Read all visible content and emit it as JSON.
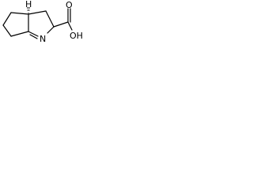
{
  "diagram": {
    "type": "chemical-structure",
    "atoms": {
      "stereo_h": "H",
      "ring_n": "N",
      "carbonyl_o": "O",
      "hydroxyl": "OH"
    },
    "colors": {
      "background": "#ffffff",
      "bond": "#000000",
      "label": "#000000"
    }
  }
}
